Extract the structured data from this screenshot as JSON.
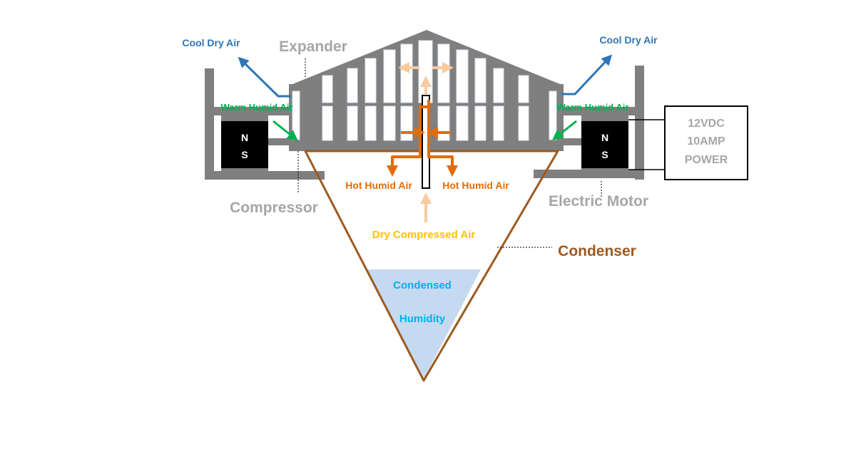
{
  "labels": {
    "cool_dry_air_left": "Cool Dry Air",
    "cool_dry_air_right": "Cool Dry Air",
    "expander": "Expander",
    "warm_humid_air_left": "Warm Humid Air",
    "warm_humid_air_right": "Warm Humid Air",
    "hot_humid_air_left": "Hot Humid Air",
    "hot_humid_air_right": "Hot Humid Air",
    "compressor": "Compressor",
    "electric_motor": "Electric Motor",
    "dry_compressed_air": "Dry Compressed Air",
    "condenser": "Condenser",
    "condensed": "Condensed",
    "humidity": "Humidity",
    "magnet_left_n": "N",
    "magnet_left_s": "S",
    "magnet_right_n": "N",
    "magnet_right_s": "S"
  },
  "power_box": {
    "line1": "12VDC",
    "line2": "10AMP",
    "line3": "POWER"
  },
  "colors": {
    "housing_gray": "#7f7f7f",
    "label_gray": "#a6a6a6",
    "cool_air_blue": "#2e75b6",
    "warm_air_green": "#00b050",
    "hot_air_orange": "#e36c0a",
    "arrow_peach": "#f8cba0",
    "dry_air_gold": "#ffc000",
    "condenser_brown": "#9c5a1e",
    "water_fill": "#c5d9f1",
    "water_text": "#00b0f0"
  }
}
